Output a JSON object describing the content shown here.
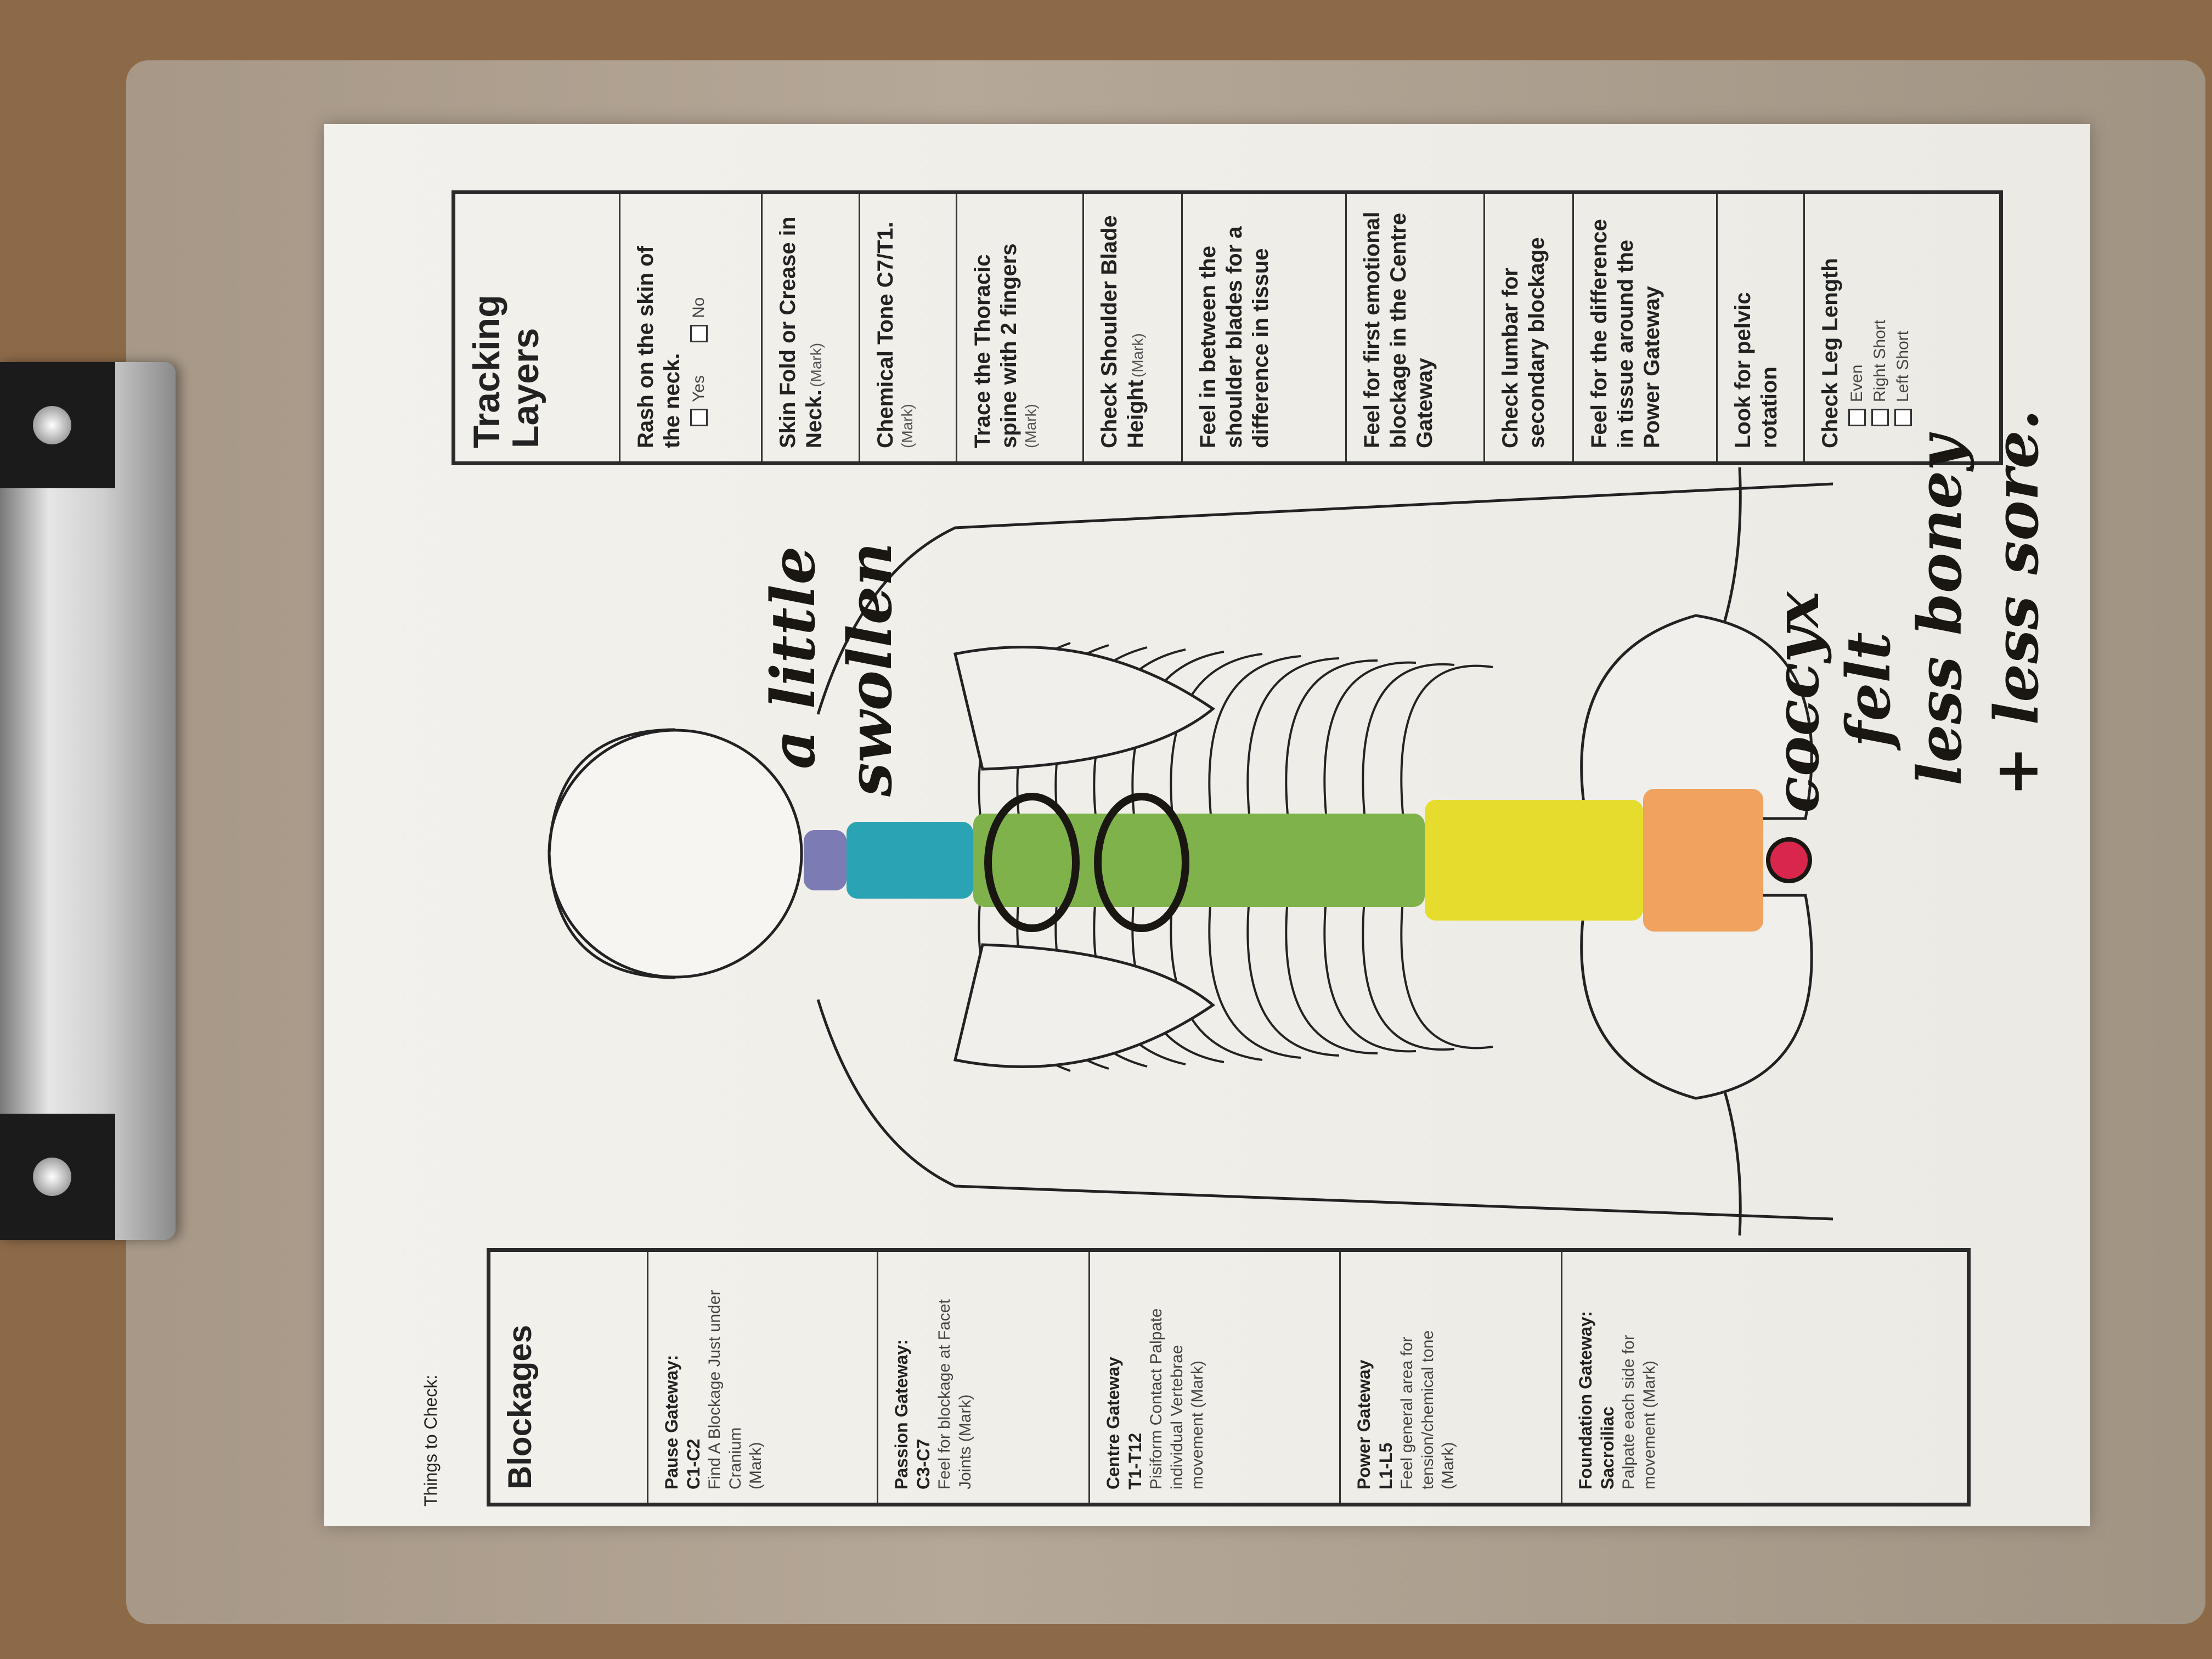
{
  "header": {
    "things_to_check": "Things to Check:"
  },
  "blockages": {
    "title": "Blockages",
    "items": [
      {
        "title": "Pause Gateway:",
        "range": "C1-C2",
        "text": "Find A Blockage Just under Cranium",
        "mark": "(Mark)"
      },
      {
        "title": "Passion Gateway:",
        "range": "C3-C7",
        "text": "Feel for blockage at Facet Joints (Mark)"
      },
      {
        "title": "Centre Gateway",
        "range": "T1-T12",
        "text": "Pisiform Contact Palpate individual Vertebrae movement  (Mark)"
      },
      {
        "title": "Power Gateway",
        "range": "L1-L5",
        "text": "Feel general area for tension/chemical tone",
        "mark": "(Mark)"
      },
      {
        "title": "Foundation Gateway: Sacroiliac",
        "text": "Palpate each side for movement (Mark)"
      }
    ]
  },
  "tracking": {
    "title": "Tracking Layers",
    "items": [
      {
        "text": "Rash on the skin of the neck.",
        "options": [
          "Yes",
          "No"
        ]
      },
      {
        "text": "Skin Fold or Crease in Neck.",
        "mark": "(Mark)"
      },
      {
        "text": "Chemical Tone C7/T1.",
        "mark": "(Mark)"
      },
      {
        "text": "Trace the Thoracic spine with 2 fingers",
        "mark": "(Mark)"
      },
      {
        "text": "Check Shoulder Blade Height",
        "mark": "(Mark)"
      },
      {
        "text": "Feel in between the shoulder blades for a difference in tissue"
      },
      {
        "text": "Feel for first emotional blockage in the Centre Gateway"
      },
      {
        "text": "Check lumbar for secondary blockage"
      },
      {
        "text": "Feel for the difference in tissue around the Power Gateway"
      },
      {
        "text": "Look for pelvic rotation"
      },
      {
        "text": "Check Leg Length",
        "options": [
          "Even",
          "Right Short",
          "Left Short"
        ]
      }
    ]
  },
  "handwriting": {
    "neck_note_1": "a little",
    "neck_note_2": "swollen",
    "coccyx_note_1": "coccyx",
    "coccyx_note_2": "felt",
    "coccyx_note_3": "less boney",
    "coccyx_note_4": "+ less sore."
  },
  "colors": {
    "c1_c2": "#7d7bb3",
    "cervical": "#2aa3b4",
    "thoracic": "#7fb24a",
    "lumbar": "#e6dc2e",
    "sacrum": "#f0a25e",
    "coccyx": "#d8264d",
    "ink": "#1a1712"
  }
}
